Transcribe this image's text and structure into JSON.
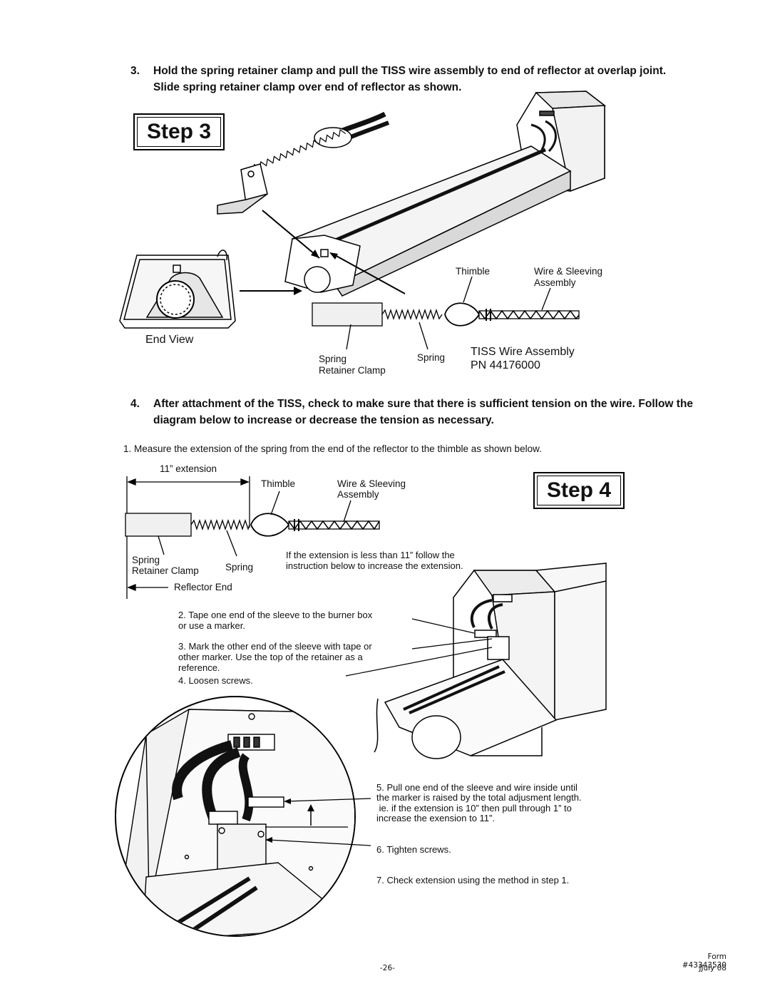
{
  "instructions": {
    "step3": {
      "number": "3.",
      "line1": "Hold the spring retainer clamp and pull the TISS wire assembly to end of reflector at overlap joint.",
      "line2": "Slide spring retainer clamp over end of reflector as shown."
    },
    "step4": {
      "number": "4.",
      "line1": "After attachment of the TISS, check to make sure that there is sufficient tension on the wire.  Follow the",
      "line2": "diagram below to increase or decrease the tension as necessary."
    }
  },
  "step3_figure": {
    "box_label": "Step 3",
    "end_view_label": "End View",
    "thimble_label": "Thimble",
    "wire_sleeving_line1": "Wire & Sleeving",
    "wire_sleeving_line2": "Assembly",
    "spring_retainer_line1": "Spring",
    "spring_retainer_line2": "Retainer Clamp",
    "spring_label": "Spring",
    "tiss_line1": "TISS Wire Assembly",
    "tiss_line2": "PN 44176000"
  },
  "step4_figure": {
    "box_label": "Step 4",
    "measure_text": "1. Measure the extension of the spring from the end of the reflector to the thimble as shown below.",
    "extension_label": "11” extension",
    "thimble_label": "Thimble",
    "wire_sleeving_line1": "Wire & Sleeving",
    "wire_sleeving_line2": "Assembly",
    "spring_retainer_line1": "Spring",
    "spring_retainer_line2": "Retainer Clamp",
    "spring_label": "Spring",
    "reflector_end_label": "Reflector End",
    "less_than_line1": "If the extension is less than 11” follow the",
    "less_than_line2": "instruction below to increase the extension.",
    "note2_line1": "2. Tape one end of the sleeve to the burner box",
    "note2_line2": "or use a marker.",
    "note3_line1": "3. Mark the other end of the sleeve with tape or",
    "note3_line2": "other marker. Use the top of the retainer as a",
    "note3_line3": "reference.",
    "note4": "4. Loosen screws.",
    "note5_line1": "5. Pull one end of the sleeve and wire inside until",
    "note5_line2": "the marker is raised by the total adjusment length.",
    "note5_line3": " ie. if the extension is 10” then pull through 1” to",
    "note5_line4": "increase the exension to 11”.",
    "note6": "6. Tighten screws.",
    "note7": "7. Check extension using the method in step 1."
  },
  "footer": {
    "page_number": "-26-",
    "form_number": "Form #43343530",
    "date": "JJuly 08"
  }
}
